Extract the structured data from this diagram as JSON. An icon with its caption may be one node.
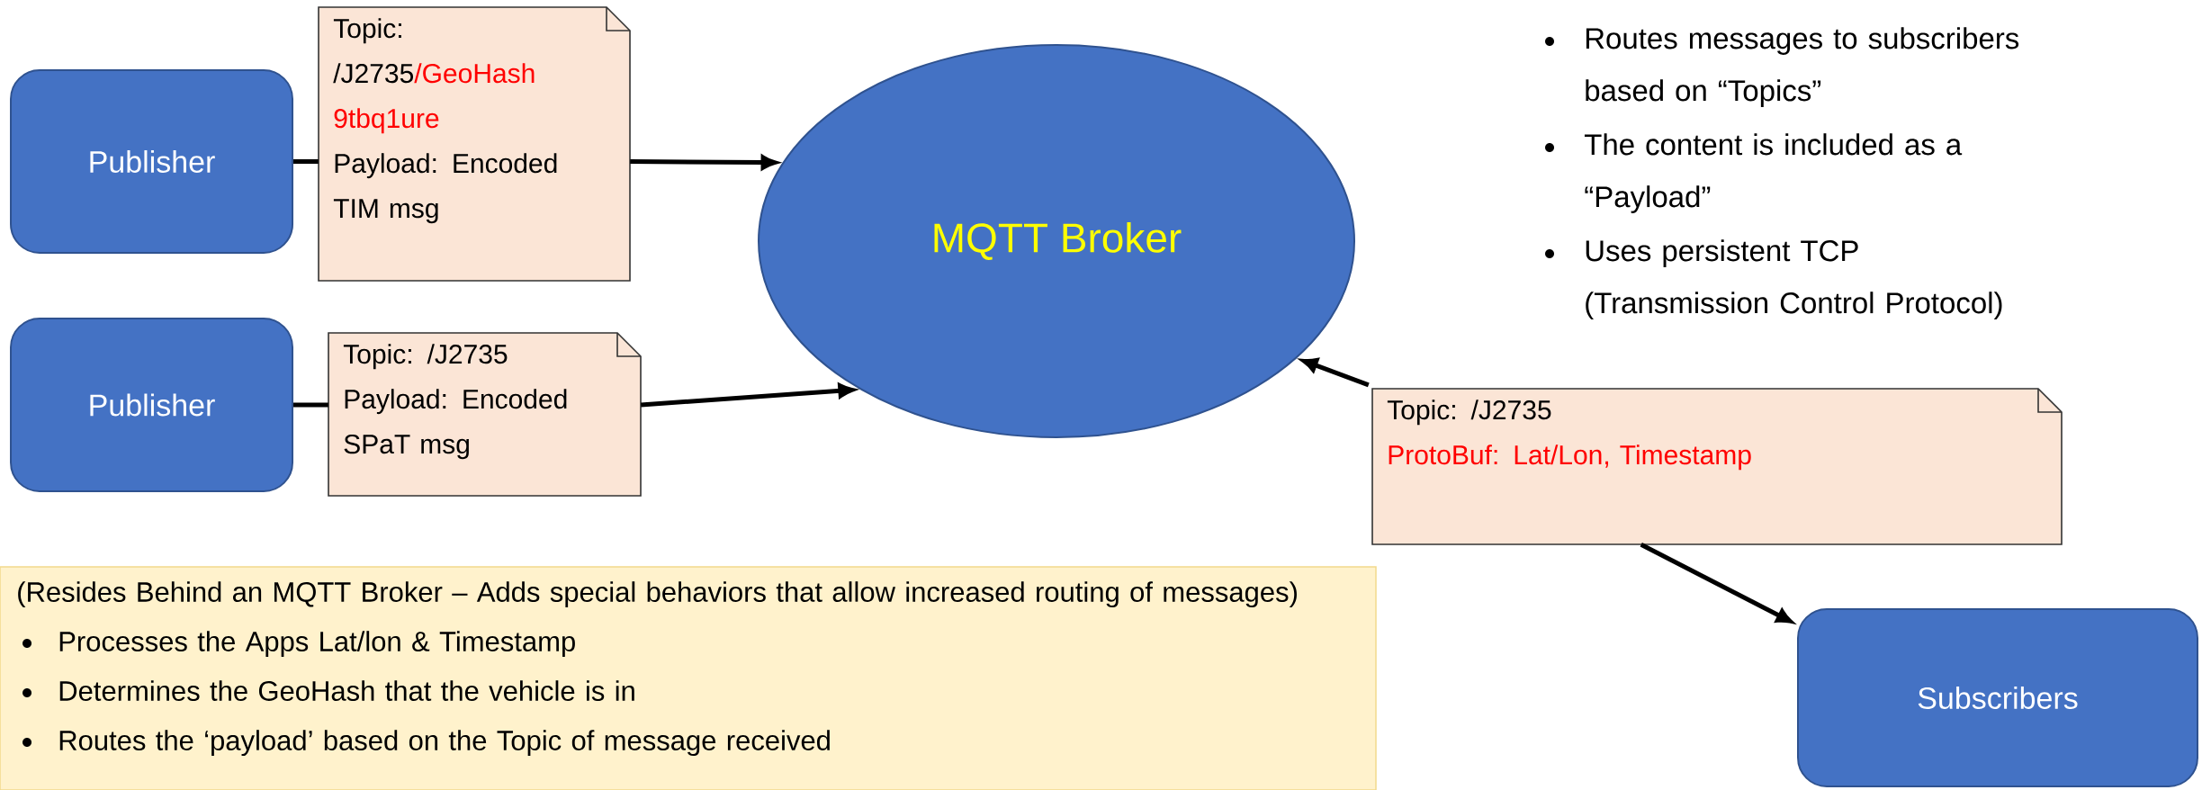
{
  "diagram": {
    "nodes": [
      {
        "text": [
          "Publisher"
        ]
      },
      {
        "text": [
          "Topic: /J2735",
          "/GeoHash 9tbq1ure",
          "Payload: Encoded TIM msg"
        ]
      },
      {
        "text": [
          "MQTT Broker"
        ]
      },
      {
        "text": [
          "Publisher"
        ]
      },
      {
        "text": [
          "Topic: /J2735 Payload: Encoded SPaT msg"
        ]
      },
      {
        "text": [
          "Topic: /J2735",
          "ProtoBuf: Lat/Lon, Timestamp"
        ]
      },
      {
        "text": [
          "Subscribers"
        ]
      },
      {
        "text": [
          "(Resides Behind an MQTT Broker – Adds special behaviors that allow increased routing of messages)",
          "Processes the Apps Lat/lon & Timestamp",
          "Determines the GeoHash that the vehicle is in",
          "Routes the ‘payload’ based on the Topic of message received"
        ]
      }
    ],
    "edges": [
      {
        "from": 0,
        "to": 1,
        "arrow": "none"
      },
      {
        "from": 1,
        "to": 2,
        "arrow": "to"
      },
      {
        "from": 3,
        "to": 4,
        "arrow": "none"
      },
      {
        "from": 4,
        "to": 2,
        "arrow": "to"
      },
      {
        "from": 5,
        "to": 2,
        "arrow": "to"
      },
      {
        "from": 5,
        "to": 6,
        "arrow": "to"
      }
    ],
    "labels": [
      "Routes messages to subscribers based on “Topics”",
      "The content is included as a “Payload”",
      "Uses persistent TCP (Transmission Control Protocol)"
    ]
  }
}
